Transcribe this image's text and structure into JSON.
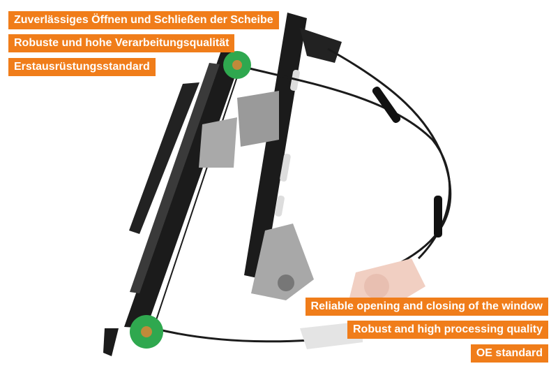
{
  "labels_de": [
    "Zuverlässiges Öffnen und Schließen der Scheibe",
    "Robuste und hohe Verarbeitungsqualität",
    "Erstausrüstungsstandard"
  ],
  "labels_en": [
    "Reliable opening and closing of the window",
    "Robust and high processing quality",
    "OE standard"
  ],
  "colors": {
    "badge": "#f07d1a",
    "rail": "#1b1b1b",
    "pulley": "#2fa84f",
    "bracket": "#a9a9a9",
    "motor": "#f1cfc2"
  }
}
